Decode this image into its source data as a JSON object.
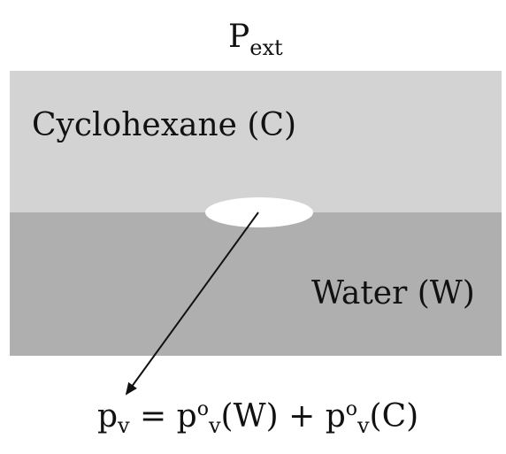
{
  "external_pressure": {
    "symbol": "P",
    "subscript": "ext"
  },
  "phases": {
    "top": {
      "label": "Cyclohexane (C)",
      "color": "#d3d3d3"
    },
    "bottom": {
      "label": "Water (W)",
      "color": "#afafaf"
    }
  },
  "bubble": {
    "color": "#ffffff"
  },
  "equation": {
    "lhs_symbol": "p",
    "lhs_sub": "v",
    "equals": " = ",
    "term1_symbol": "p",
    "term1_sup": "o",
    "term1_sub": "v",
    "term1_arg": "(W)",
    "plus": " + ",
    "term2_symbol": "p",
    "term2_sup": "o",
    "term2_sub": "v",
    "term2_arg": "(C)"
  }
}
